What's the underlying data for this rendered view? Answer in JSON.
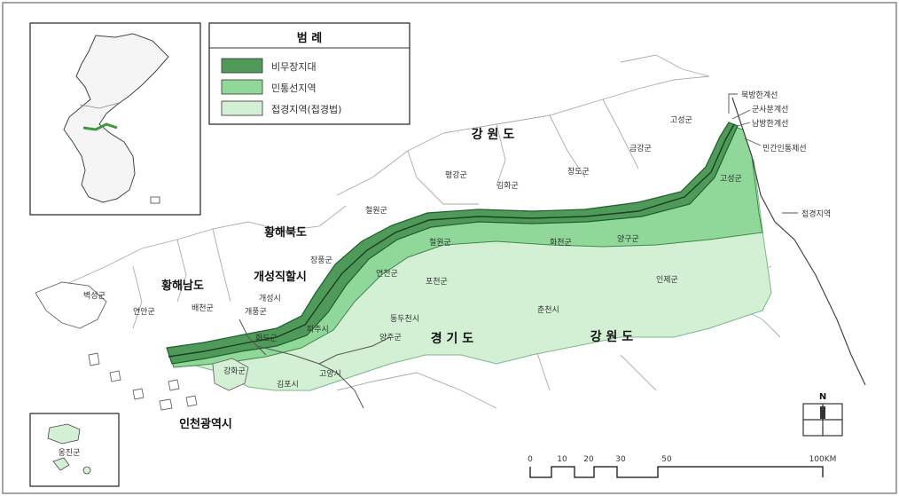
{
  "legend": {
    "title": "범 례",
    "items": [
      {
        "label": "비무장지대",
        "color": "#4f9a5a"
      },
      {
        "label": "민통선지역",
        "color": "#8fd89a"
      },
      {
        "label": "접경지역(접경법)",
        "color": "#d3f0d5"
      }
    ]
  },
  "inset_islands": {
    "label": "옹진군"
  },
  "regions_bold": {
    "gangwon_north": "강 원 도",
    "hwanghae_north": "황해북도",
    "hwanghae_south": "황해남도",
    "kaesong": "개성직할시",
    "gyeonggi": "경 기 도",
    "gangwon_south": "강 원 도",
    "incheon": "인천광역시"
  },
  "districts": {
    "pyeonggang": "평강군",
    "gimhwa": "김화군",
    "changdo": "창도군",
    "geumgang": "금강군",
    "goseong_n": "고성군",
    "cheorwon": "철원군",
    "jangpung": "장풍군",
    "gaeseong_si": "개성시",
    "gaepung": "개풍군",
    "byeoksung": "벽성군",
    "yeonan": "연안군",
    "baekcheon": "배천군",
    "cheorwon_s": "철원군",
    "hwacheon": "화천군",
    "yanggu": "양구군",
    "goseong_s": "고성군",
    "inje": "인제군",
    "pocheon": "포천군",
    "yeoncheon": "연천군",
    "dongducheon": "동두천시",
    "yangju": "양주군",
    "paju": "파주시",
    "chuncheon": "춘천시",
    "hwado": "화도군",
    "ganghwa": "강화군",
    "gimpo": "김포시",
    "goyang": "고양시"
  },
  "annotations": {
    "north_limit": "북방한계선",
    "mdl": "군사분계선",
    "south_limit": "남방한계선",
    "civ_line": "민간인통제선",
    "border_area": "접경지역"
  },
  "compass": {
    "label": "N"
  },
  "scale_bar": {
    "ticks": [
      "0",
      "10",
      "20",
      "30",
      "50"
    ],
    "end_label": "100KM"
  }
}
